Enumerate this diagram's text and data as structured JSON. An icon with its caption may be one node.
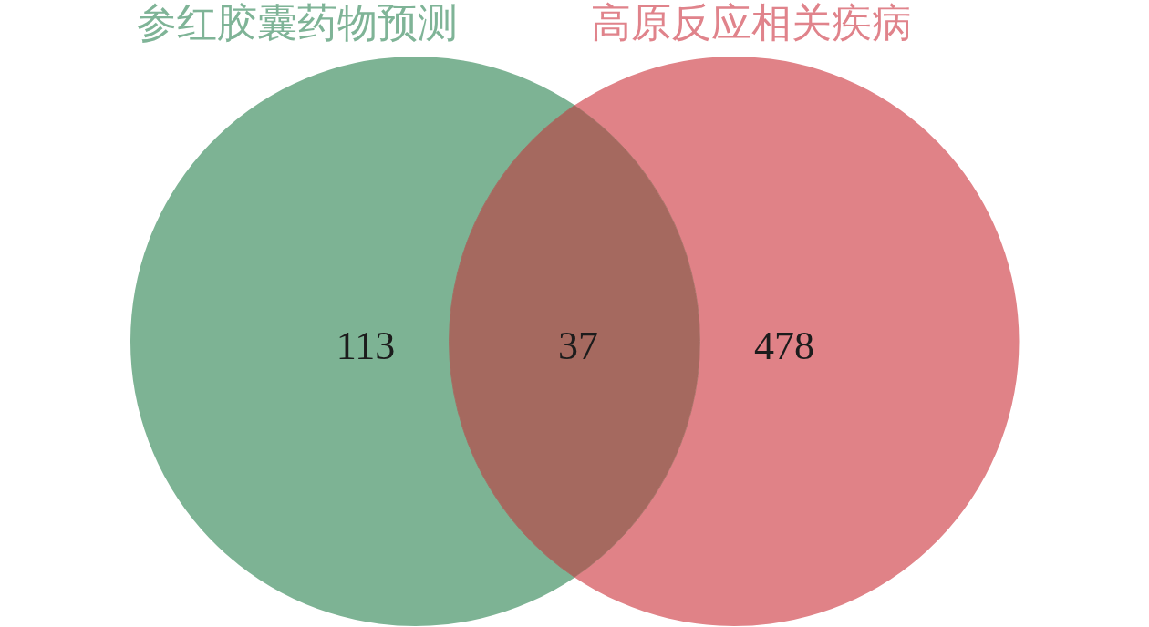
{
  "diagram": {
    "nodes": [
      {
        "text": [
          "参红胶囊药物预测",
          "113"
        ]
      },
      {
        "text": [
          "高原反应相关疾病",
          "478"
        ]
      }
    ],
    "edges": [],
    "labels": [
      "37"
    ]
  }
}
